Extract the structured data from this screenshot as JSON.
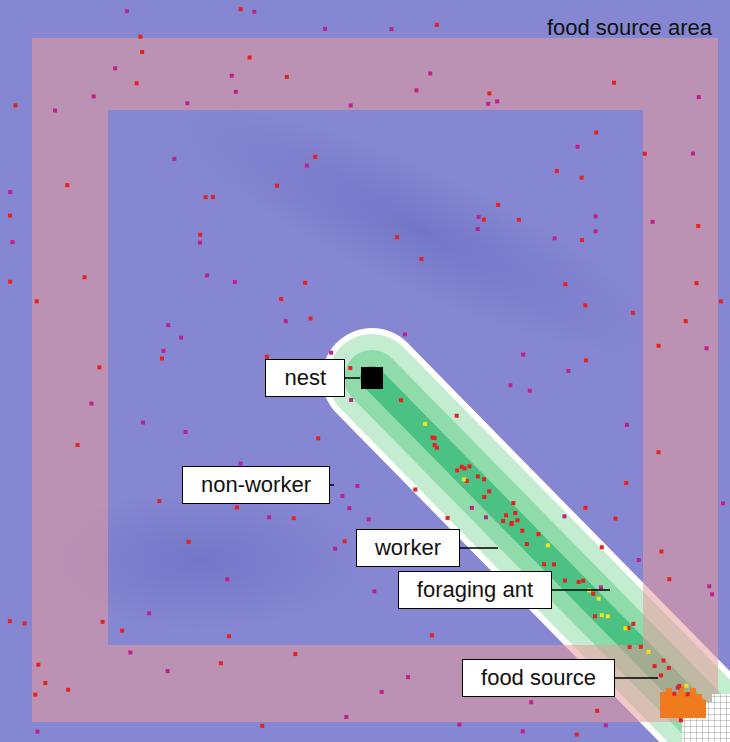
{
  "diagram": {
    "nodes": [
      {
        "text": [
          "nest"
        ]
      },
      {
        "text": [
          "non-worker"
        ]
      },
      {
        "text": [
          "worker"
        ]
      },
      {
        "text": [
          "foraging ant"
        ]
      },
      {
        "text": [
          "food source"
        ]
      }
    ],
    "labels": [
      "food source area"
    ]
  }
}
